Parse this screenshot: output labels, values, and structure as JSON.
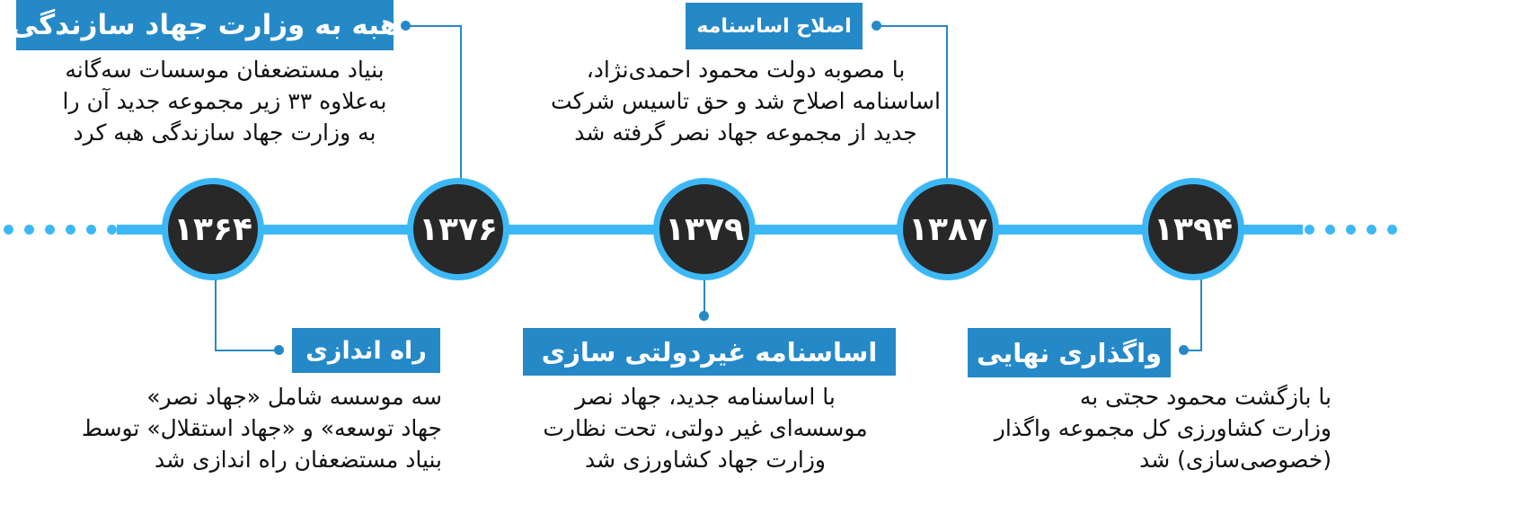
{
  "colors": {
    "axis": "#3db8f7",
    "label_bg": "#2589c8",
    "circle": "#282828"
  },
  "events": [
    {
      "year": "۱۳۶۴",
      "title": "راه اندازی",
      "lines": [
        "سه موسسه شامل «جهاد نصر»",
        "جهاد توسعه» و «جهاد استقلال» توسط",
        "بنیاد مستضعفان راه اندازی شد"
      ]
    },
    {
      "year": "۱۳۷۶",
      "title": "هبه به وزارت جهاد سازندگی",
      "lines": [
        "بنیاد مستضعفان موسسات سه‌گانه",
        "به‌علاوه ۳۳ زیر مجموعه جدید آن را",
        "به وزارت جهاد سازندگی هبه کرد"
      ]
    },
    {
      "year": "۱۳۷۹",
      "title": "اساسنامه غیردولتی سازی",
      "lines": [
        "با اساسنامه جدید، جهاد نصر",
        "موسسه‌ای غیر دولتی، تحت نظارت",
        "وزارت جهاد کشاورزی شد"
      ]
    },
    {
      "year": "۱۳۸۷",
      "title": "اصلاح اساسنامه",
      "lines": [
        "با مصوبه دولت محمود احمدی‌نژاد،",
        "اساسنامه اصلاح شد و حق تاسیس شرکت",
        "جدید از مجموعه جهاد نصر گرفته شد"
      ]
    },
    {
      "year": "۱۳۹۴",
      "title": "واگذاری نهایی",
      "lines": [
        "با بازگشت محمود حجتی به",
        "وزارت کشاورزی کل مجموعه واگذار",
        "(خصوصی‌سازی) شد"
      ]
    }
  ]
}
